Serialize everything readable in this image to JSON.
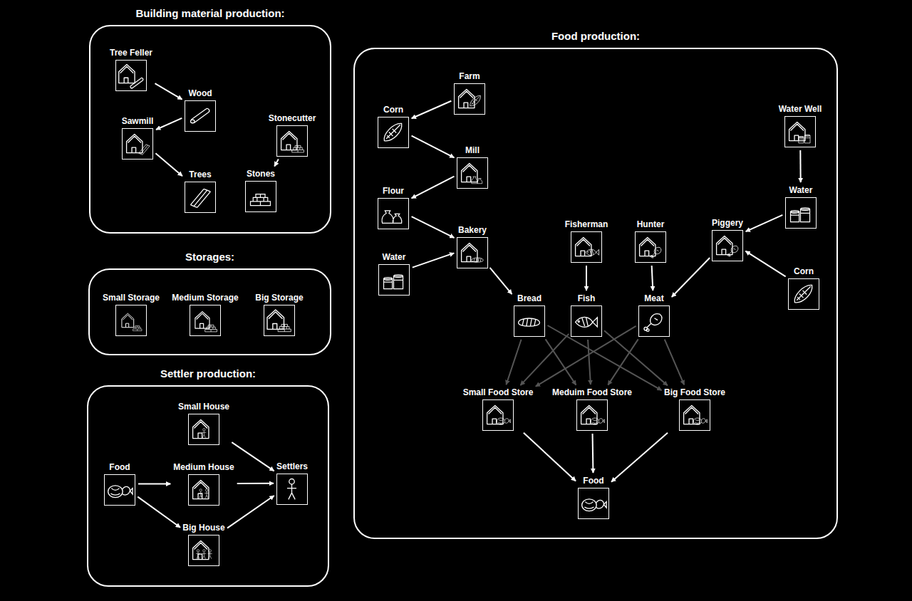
{
  "diagram": {
    "nodes": [
      {
        "text": [
          "Building material production:"
        ]
      },
      {
        "text": [
          "Tree Feller"
        ],
        "in": 0
      },
      {
        "text": [
          "Wood"
        ],
        "in": 0
      },
      {
        "text": [
          "Sawmill"
        ],
        "in": 0
      },
      {
        "text": [
          "Stonecutter"
        ],
        "in": 0
      },
      {
        "text": [
          "Trees"
        ],
        "in": 0
      },
      {
        "text": [
          "Stones"
        ],
        "in": 0
      },
      {
        "text": [
          "Storages:"
        ]
      },
      {
        "text": [
          "Small Storage"
        ],
        "in": 7
      },
      {
        "text": [
          "Medium Storage"
        ],
        "in": 7
      },
      {
        "text": [
          "Big Storage"
        ],
        "in": 7
      },
      {
        "text": [
          "Settler production:"
        ]
      },
      {
        "text": [
          "Small House"
        ],
        "in": 11
      },
      {
        "text": [
          "Food"
        ],
        "in": 11
      },
      {
        "text": [
          "Medium House"
        ],
        "in": 11
      },
      {
        "text": [
          "Settlers"
        ],
        "in": 11
      },
      {
        "text": [
          "Big House"
        ],
        "in": 11
      },
      {
        "text": [
          "Food production:"
        ]
      },
      {
        "text": [
          "Farm"
        ],
        "in": 17
      },
      {
        "text": [
          "Corn"
        ],
        "in": 17
      },
      {
        "text": [
          "Water Well"
        ],
        "in": 17
      },
      {
        "text": [
          "Mill"
        ],
        "in": 17
      },
      {
        "text": [
          "Flour"
        ],
        "in": 17
      },
      {
        "text": [
          "Water"
        ],
        "in": 17
      },
      {
        "text": [
          "Bakery"
        ],
        "in": 17
      },
      {
        "text": [
          "Fisherman"
        ],
        "in": 17
      },
      {
        "text": [
          "Hunter"
        ],
        "in": 17
      },
      {
        "text": [
          "Piggery"
        ],
        "in": 17
      },
      {
        "text": [
          "Water"
        ],
        "in": 17
      },
      {
        "text": [
          "Corn"
        ],
        "in": 17
      },
      {
        "text": [
          "Bread"
        ],
        "in": 17
      },
      {
        "text": [
          "Fish"
        ],
        "in": 17
      },
      {
        "text": [
          "Meat"
        ],
        "in": 17
      },
      {
        "text": [
          "Small Food Store"
        ],
        "in": 17
      },
      {
        "text": [
          "Meduim Food Store"
        ],
        "in": 17
      },
      {
        "text": [
          "Big Food Store"
        ],
        "in": 17
      },
      {
        "text": [
          "Food"
        ],
        "in": 17
      }
    ],
    "edges": [
      {
        "from": 1,
        "to": 2,
        "arrow": "to"
      },
      {
        "from": 2,
        "to": 3,
        "arrow": "to"
      },
      {
        "from": 3,
        "to": 5,
        "arrow": "to"
      },
      {
        "from": 4,
        "to": 6,
        "arrow": "to"
      },
      {
        "from": 12,
        "to": 15,
        "arrow": "to"
      },
      {
        "from": 13,
        "to": 14,
        "arrow": "to"
      },
      {
        "from": 14,
        "to": 15,
        "arrow": "to"
      },
      {
        "from": 13,
        "to": 16,
        "arrow": "to"
      },
      {
        "from": 16,
        "to": 15,
        "arrow": "to"
      },
      {
        "from": 18,
        "to": 19,
        "arrow": "to"
      },
      {
        "from": 19,
        "to": 21,
        "arrow": "to"
      },
      {
        "from": 21,
        "to": 22,
        "arrow": "to"
      },
      {
        "from": 22,
        "to": 24,
        "arrow": "to"
      },
      {
        "from": 28,
        "to": 24,
        "arrow": "to"
      },
      {
        "from": 24,
        "to": 30,
        "arrow": "to"
      },
      {
        "from": 25,
        "to": 31,
        "arrow": "to"
      },
      {
        "from": 26,
        "to": 32,
        "arrow": "to"
      },
      {
        "from": 20,
        "to": 23,
        "arrow": "to"
      },
      {
        "from": 23,
        "to": 27,
        "arrow": "to"
      },
      {
        "from": 29,
        "to": 27,
        "arrow": "to"
      },
      {
        "from": 27,
        "to": 32,
        "arrow": "to"
      },
      {
        "from": 30,
        "to": 33,
        "arrow": "to"
      },
      {
        "from": 30,
        "to": 34,
        "arrow": "to"
      },
      {
        "from": 30,
        "to": 35,
        "arrow": "to"
      },
      {
        "from": 31,
        "to": 33,
        "arrow": "to"
      },
      {
        "from": 31,
        "to": 34,
        "arrow": "to"
      },
      {
        "from": 31,
        "to": 35,
        "arrow": "to"
      },
      {
        "from": 32,
        "to": 33,
        "arrow": "to"
      },
      {
        "from": 32,
        "to": 34,
        "arrow": "to"
      },
      {
        "from": 32,
        "to": 35,
        "arrow": "to"
      },
      {
        "from": 33,
        "to": 36,
        "arrow": "to"
      },
      {
        "from": 34,
        "to": 36,
        "arrow": "to"
      },
      {
        "from": 35,
        "to": 36,
        "arrow": "to"
      }
    ]
  }
}
